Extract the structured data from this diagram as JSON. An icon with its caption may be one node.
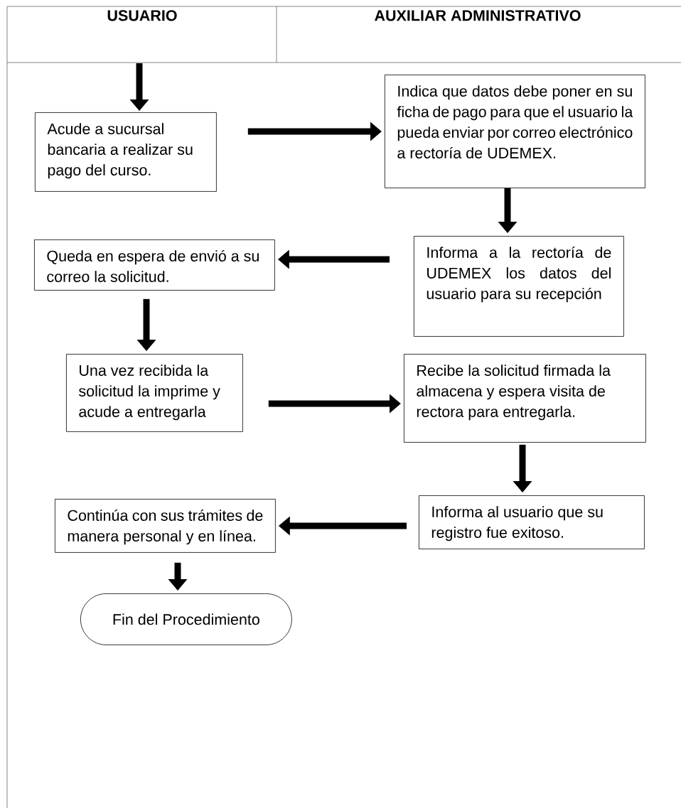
{
  "diagram": {
    "nodes": [
      {
        "text": [
          "Acude a sucursal bancaria a realizar su pago del curso."
        ]
      },
      {
        "text": [
          "Indica que datos debe poner en su ficha de pago para que el usuario la pueda enviar por correo electrónico a rectoría de UDEMEX."
        ]
      },
      {
        "text": [
          "Informa a la rectoría de UDEMEX los datos del usuario para su recepción"
        ]
      },
      {
        "text": [
          "Queda en espera de envió a su correo la solicitud."
        ]
      },
      {
        "text": [
          "Una vez recibida la solicitud la imprime y acude a entregarla"
        ]
      },
      {
        "text": [
          "Recibe la solicitud firmada la almacena y espera visita de rectora para entregarla."
        ]
      },
      {
        "text": [
          "Informa al usuario que su registro fue exitoso."
        ]
      },
      {
        "text": [
          "Continúa con sus trámites de manera personal y en línea."
        ]
      },
      {
        "text": [
          "Fin del Procedimiento"
        ]
      }
    ],
    "edges": [
      {
        "from": null,
        "to": 0,
        "arrow": "to"
      },
      {
        "from": 0,
        "to": 1,
        "arrow": "to"
      },
      {
        "from": 1,
        "to": 2,
        "arrow": "to"
      },
      {
        "from": 2,
        "to": 3,
        "arrow": "to"
      },
      {
        "from": 3,
        "to": 4,
        "arrow": "to"
      },
      {
        "from": 4,
        "to": 5,
        "arrow": "to"
      },
      {
        "from": 5,
        "to": 6,
        "arrow": "to"
      },
      {
        "from": 6,
        "to": 7,
        "arrow": "to"
      },
      {
        "from": 7,
        "to": 8,
        "arrow": "to"
      }
    ],
    "labels": [
      "USUARIO",
      "AUXILIAR ADMINISTRATIVO"
    ]
  }
}
